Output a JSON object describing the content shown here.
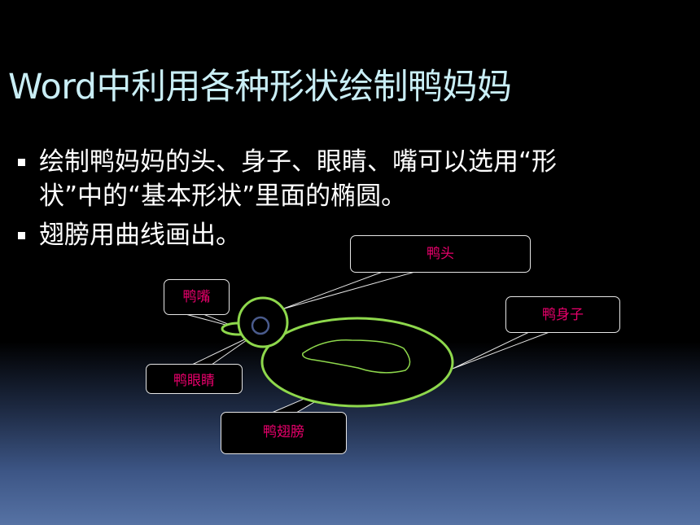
{
  "slide": {
    "title": "Word中利用各种形状绘制鸭妈妈",
    "bullets": [
      "绘制鸭妈妈的头、身子、眼睛、嘴可以选用“形状”中的“基本形状”里面的椭圆。",
      "翅膀用曲线画出。"
    ]
  },
  "callouts": {
    "head": "鸭头",
    "beak": "鸭嘴",
    "body": "鸭身子",
    "eye": "鸭眼睛",
    "wing": "鸭翅膀"
  },
  "colors": {
    "title": "#c9eef5",
    "bullet_text": "#ffffff",
    "callout_text": "#e8006b",
    "shape_outline": "#8ed84c",
    "eye_outline": "#4a5b8c"
  }
}
